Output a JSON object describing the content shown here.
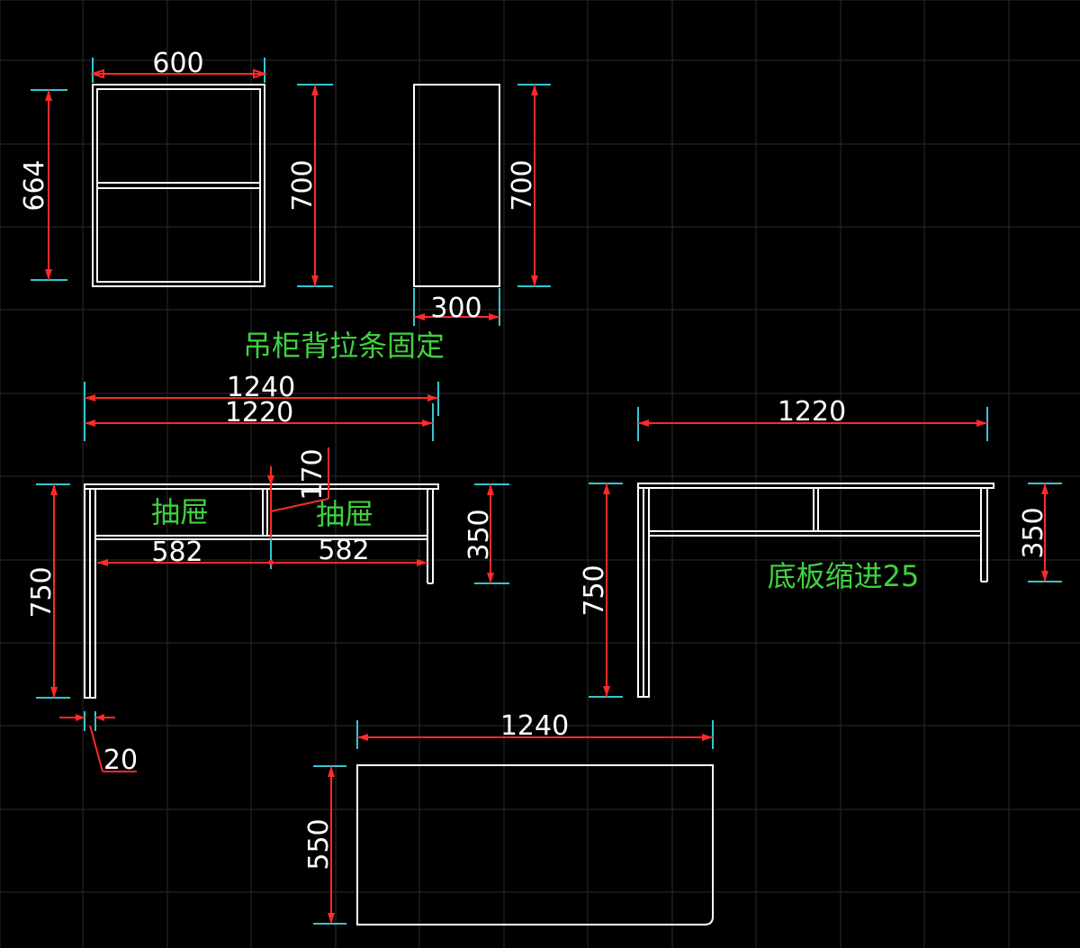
{
  "colors": {
    "background": "#000000",
    "grid": "#2b2b2b",
    "geometry": "#ffffff",
    "dimension_line": "#ff2a2a",
    "extension_line": "#36c6d0",
    "dimension_text": "#ffffff",
    "annotation_text": "#3fd23f"
  },
  "dimensions": {
    "wall_cabinet_width": "600",
    "wall_cabinet_inner_height": "664",
    "wall_cabinet_height": "700",
    "wall_cabinet_side_height": "700",
    "wall_cabinet_depth": "300",
    "desk_top_length": "1240",
    "desk_body_length": "1220",
    "drawer_height": "170",
    "desk_height": "750",
    "apron_height": "350",
    "drawer_width_left": "582",
    "drawer_width_right": "582",
    "leg_thickness": "20",
    "back_view_length": "1220",
    "back_view_height": "750",
    "back_view_apron_height": "350",
    "top_plan_length": "1240",
    "top_plan_depth": "550"
  },
  "annotations": {
    "wall_cabinet_note": "吊柜背拉条固定",
    "drawer_left": "抽屉",
    "drawer_right": "抽屉",
    "bottom_panel_note": "底板缩进25"
  }
}
